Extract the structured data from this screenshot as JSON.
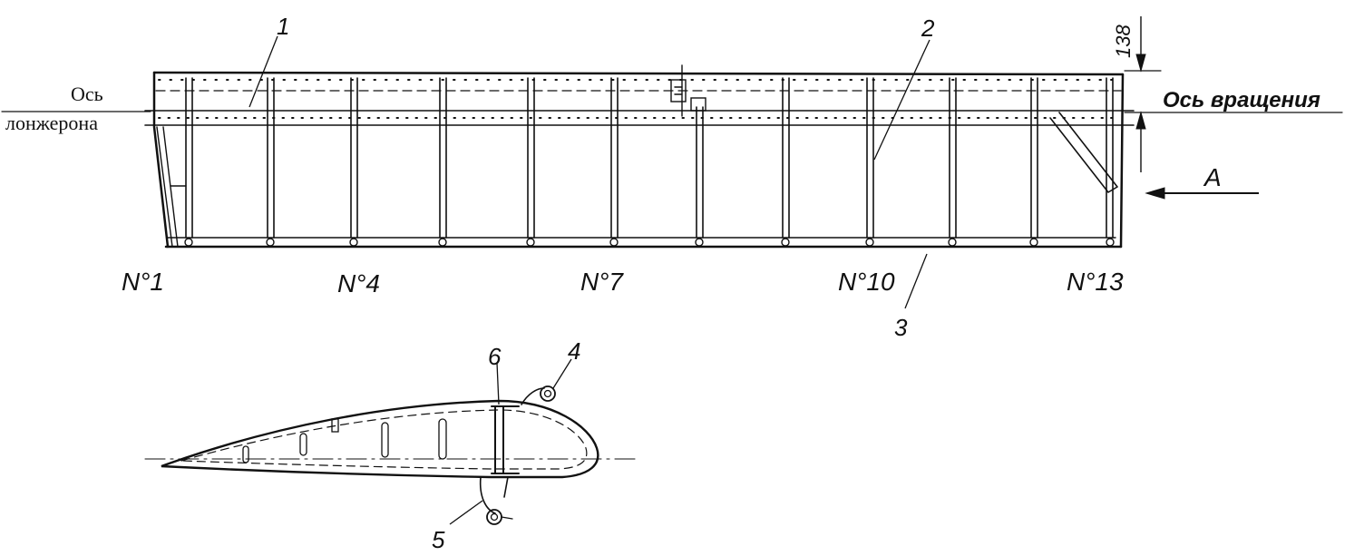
{
  "labels": {
    "spar_axis_line1": "Ось",
    "spar_axis_line2": "лонжерона",
    "rotation_axis": "Ось вращения",
    "dimension": "138",
    "view_arrow": "A",
    "callout_1": "1",
    "callout_2": "2",
    "callout_3": "3",
    "callout_4": "4",
    "callout_5": "5",
    "callout_6": "6"
  },
  "ribs": [
    {
      "label": "N°1"
    },
    {
      "label": "N°4"
    },
    {
      "label": "N°7"
    },
    {
      "label": "N°10"
    },
    {
      "label": "N°13"
    }
  ],
  "colors": {
    "ink": "#111111",
    "background": "#ffffff"
  }
}
